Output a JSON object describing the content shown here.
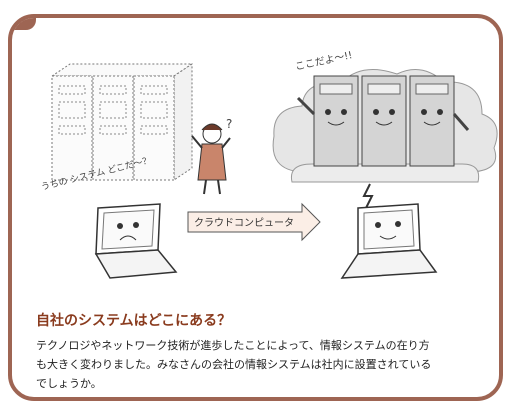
{
  "illustration": {
    "left_note": "うちの システム どこだ～？",
    "right_note": "ここだよ～!!",
    "arrow_label": "クラウドコンピュータ"
  },
  "article": {
    "heading": "自社のシステムはどこにある？",
    "body_lines": [
      "テクノロジやネットワーク技術が進歩したことによって、情報システムの在り方",
      "も大きく変わりました。みなさんの会社の情報システムは社内に設置されている",
      "でしょうか。"
    ]
  },
  "colors": {
    "frame": "#9e6553",
    "heading": "#8a3b1e",
    "cloud": "#e6e6e6",
    "server": "#d4d4d4"
  }
}
